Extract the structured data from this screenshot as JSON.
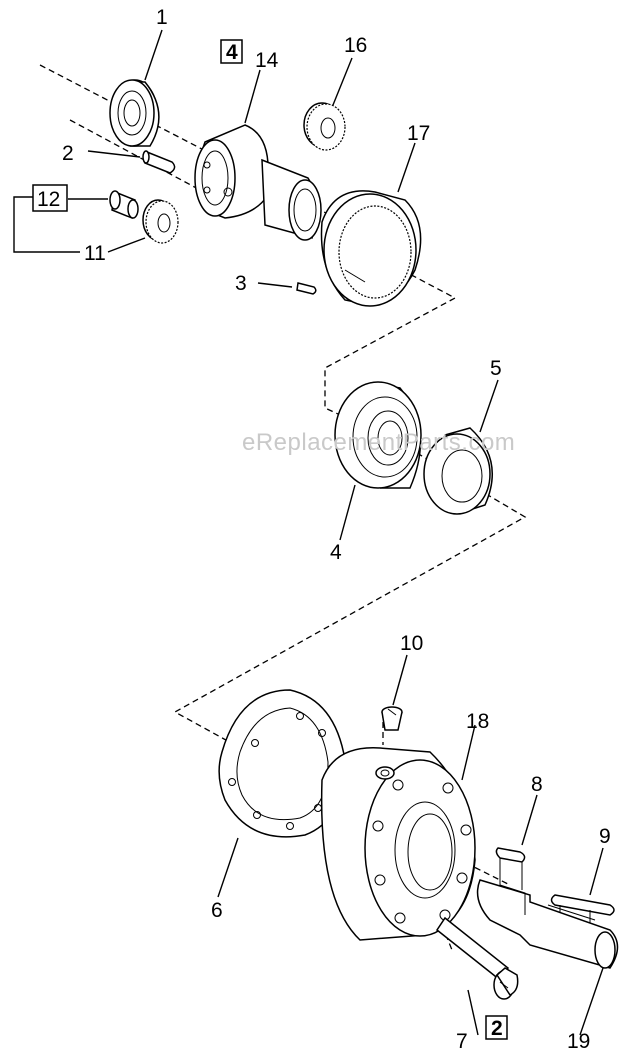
{
  "watermark": "eReplacementParts.com",
  "callouts": {
    "c1": "1",
    "c2": "2",
    "c3": "3",
    "c4": "4",
    "c5": "5",
    "c6": "6",
    "c7": "7",
    "c8": "8",
    "c9": "9",
    "c10": "10",
    "c11": "11",
    "c12": "12",
    "c14": "14",
    "c16": "16",
    "c17": "17",
    "c18": "18",
    "c19": "19"
  },
  "boxed_refs": {
    "top": "4",
    "bottom": "2"
  }
}
